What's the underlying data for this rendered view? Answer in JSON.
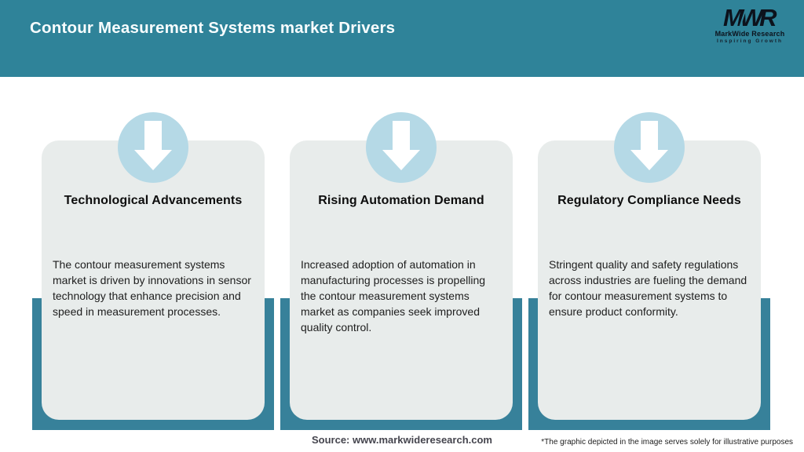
{
  "header": {
    "title": "Contour Measurement Systems market Drivers",
    "bg_color": "#2f8399",
    "title_color": "#f8fdfe"
  },
  "logo": {
    "monogram": "MWR",
    "name": "MarkWide Research",
    "tagline": "Inspiring Growth",
    "text_color": "#0c121c"
  },
  "cards": [
    {
      "icon": "arrow-down-icon",
      "title": "Technological Advancements",
      "body": "The contour measurement systems market is driven by innovations in sensor technology that enhance precision and speed in measurement processes."
    },
    {
      "icon": "arrow-down-icon",
      "title": "Rising Automation Demand",
      "body": "Increased adoption of automation in manufacturing processes is propelling the contour measurement systems market as companies seek improved quality control."
    },
    {
      "icon": "arrow-down-icon",
      "title": "Regulatory Compliance Needs",
      "body": "Stringent quality and safety regulations across industries are fueling the demand for contour measurement systems to ensure product conformity."
    }
  ],
  "footer": {
    "source": "Source: www.markwideresearch.com",
    "disclaimer": "*The graphic depicted in the image serves solely for illustrative purposes"
  },
  "colors": {
    "accent_teal": "#2f8399",
    "band_teal": "#37819a",
    "card_bg": "#e8eceb",
    "circle_blue": "#b5d9e6",
    "arrow_white": "#ffffff"
  }
}
